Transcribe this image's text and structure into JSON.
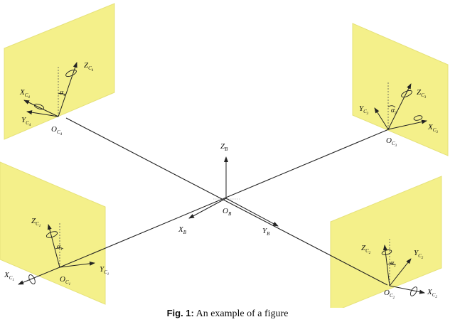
{
  "diagram": {
    "colors": {
      "plane_fill": "#f4f08a",
      "plane_stroke": "#e0dc6c",
      "line": "#222222"
    },
    "body_frame": {
      "origin": {
        "main": "O",
        "sub": "B"
      },
      "x_axis": {
        "main": "X",
        "sub": "B"
      },
      "y_axis": {
        "main": "Y",
        "sub": "B"
      },
      "z_axis": {
        "main": "Z",
        "sub": "B"
      }
    },
    "cameras": [
      {
        "id": "c4",
        "origin": {
          "main": "O",
          "sub": "C",
          "sub2": "4"
        },
        "x_axis": {
          "main": "X",
          "sub": "C",
          "sub2": "4"
        },
        "y_axis": {
          "main": "Y",
          "sub": "C",
          "sub2": "4"
        },
        "z_axis": {
          "main": "Z",
          "sub": "C",
          "sub2": "4"
        },
        "angle": {
          "main": "α",
          "sub": "4"
        }
      },
      {
        "id": "c3",
        "origin": {
          "main": "O",
          "sub": "C",
          "sub2": "3"
        },
        "x_axis": {
          "main": "X",
          "sub": "C",
          "sub2": "3"
        },
        "y_axis": {
          "main": "Y",
          "sub": "C",
          "sub2": "3"
        },
        "z_axis": {
          "main": "Z",
          "sub": "C",
          "sub2": "3"
        },
        "angle": {
          "main": "α",
          "sub": "3"
        }
      },
      {
        "id": "c1",
        "origin": {
          "main": "O",
          "sub": "C",
          "sub2": "1"
        },
        "x_axis": {
          "main": "X",
          "sub": "C",
          "sub2": "1"
        },
        "y_axis": {
          "main": "Y",
          "sub": "C",
          "sub2": "1"
        },
        "z_axis": {
          "main": "Z",
          "sub": "C",
          "sub2": "1"
        },
        "angle": {
          "main": "α",
          "sub": "1"
        }
      },
      {
        "id": "c2",
        "origin": {
          "main": "O",
          "sub": "C",
          "sub2": "2"
        },
        "x_axis": {
          "main": "X",
          "sub": "C",
          "sub2": "2"
        },
        "y_axis": {
          "main": "Y",
          "sub": "C",
          "sub2": "2"
        },
        "z_axis": {
          "main": "Z",
          "sub": "C",
          "sub2": "2"
        },
        "angle": {
          "main": "α",
          "sub": "2"
        }
      }
    ]
  },
  "caption": {
    "label": "Fig. 1:",
    "text": " An example of a figure"
  }
}
